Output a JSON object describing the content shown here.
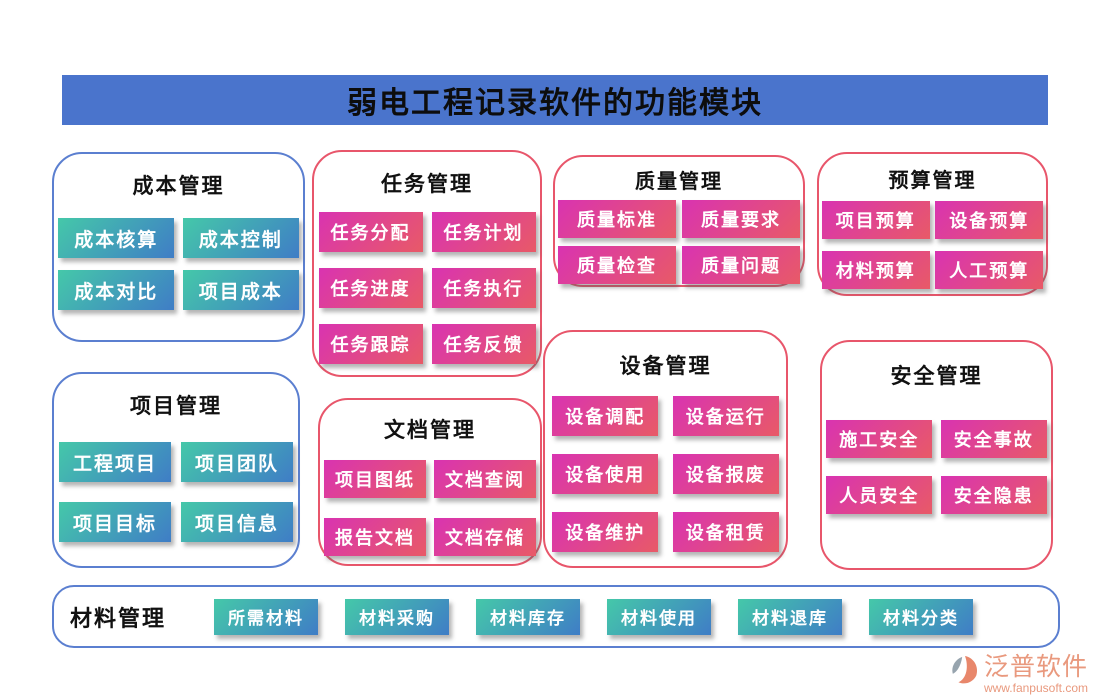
{
  "title": "弱电工程记录软件的功能模块",
  "colors": {
    "banner_blue": "#4a74cc",
    "blue_card_border": "#5b7fd0",
    "red_card_border": "#e8566b",
    "teal_button_gradient": [
      "#45c8a9",
      "#3f7dc6"
    ],
    "pink_button_gradient": [
      "#d933b1",
      "#e85a67"
    ],
    "button_text": "#ffffff",
    "logo_orange": "#e9997e"
  },
  "cards": [
    {
      "id": "cost",
      "title": "成本管理",
      "theme": "blue",
      "buttons": [
        "成本核算",
        "成本控制",
        "成本对比",
        "项目成本"
      ]
    },
    {
      "id": "task",
      "title": "任务管理",
      "theme": "red",
      "buttons": [
        "任务分配",
        "任务计划",
        "任务进度",
        "任务执行",
        "任务跟踪",
        "任务反馈"
      ]
    },
    {
      "id": "quality",
      "title": "质量管理",
      "theme": "red",
      "buttons": [
        "质量标准",
        "质量要求",
        "质量检查",
        "质量问题"
      ]
    },
    {
      "id": "budget",
      "title": "预算管理",
      "theme": "red",
      "buttons": [
        "项目预算",
        "设备预算",
        "材料预算",
        "人工预算"
      ]
    },
    {
      "id": "project",
      "title": "项目管理",
      "theme": "blue",
      "buttons": [
        "工程项目",
        "项目团队",
        "项目目标",
        "项目信息"
      ]
    },
    {
      "id": "document",
      "title": "文档管理",
      "theme": "red",
      "buttons": [
        "项目图纸",
        "文档查阅",
        "报告文档",
        "文档存储"
      ]
    },
    {
      "id": "equipment",
      "title": "设备管理",
      "theme": "red",
      "buttons": [
        "设备调配",
        "设备运行",
        "设备使用",
        "设备报废",
        "设备维护",
        "设备租赁"
      ]
    },
    {
      "id": "safety",
      "title": "安全管理",
      "theme": "red",
      "buttons": [
        "施工安全",
        "安全事故",
        "人员安全",
        "安全隐患"
      ]
    }
  ],
  "material_bar": {
    "title": "材料管理",
    "buttons": [
      "所需材料",
      "材料采购",
      "材料库存",
      "材料使用",
      "材料退库",
      "材料分类"
    ]
  },
  "logo": {
    "brand": "泛普软件",
    "url": "www.fanpusoft.com"
  }
}
